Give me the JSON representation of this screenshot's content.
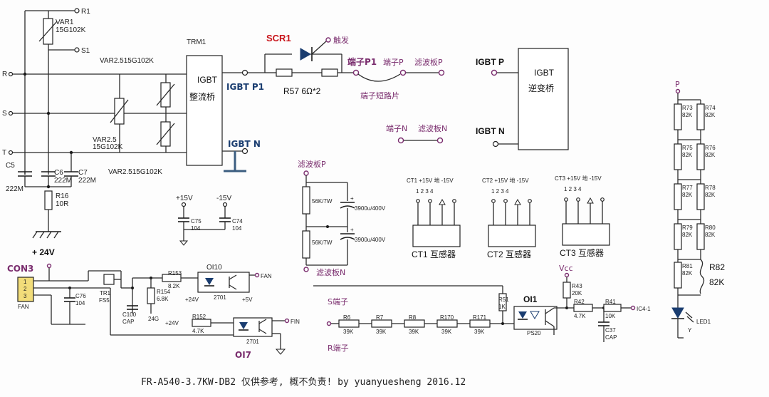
{
  "inputs": {
    "r1": "R1",
    "s1": "S1",
    "r": "R",
    "s": "S",
    "t": "T"
  },
  "var1": {
    "name": "VAR1",
    "value": "15G102K"
  },
  "var2_top": "VAR2.515G102K",
  "var2_mid": {
    "name": "VAR2.5",
    "value": "15G102K"
  },
  "var2_bottom": "VAR2.515G102K",
  "caps_left": {
    "c5": "C5",
    "c5v": "222M",
    "c6": "C6",
    "c6v": "222M",
    "c7": "C7",
    "c7v": "222M"
  },
  "r16": {
    "name": "R16",
    "value": "10R"
  },
  "trm1": {
    "label": "TRM1",
    "line1": "IGBT",
    "line2": "整流桥"
  },
  "igbt_p1": "IGBT P1",
  "igbt_n_left": "IGBT N",
  "scr1": {
    "name": "SCR1",
    "trigger": "触发"
  },
  "r57": "R57  6Ω*2",
  "terminals": {
    "p1": "端子P1",
    "p": "端子P",
    "filter_p": "滤波板P",
    "short": "端子短路片",
    "n": "端子N",
    "filter_n": "滤波板N"
  },
  "inverter": {
    "igbt_p": "IGBT  P",
    "igbt_n": "IGBT N",
    "line1": "IGBT",
    "line2": "逆变桥"
  },
  "filter_board": {
    "top": "滤波板P",
    "bottom": "滤波板N",
    "r_top": "56K/7W",
    "r_bottom": "56K/7W",
    "c_top": "3900u/400V",
    "c_bottom": "3900u/400V"
  },
  "supply_caps": {
    "p15": "+15V",
    "m15": "-15V",
    "c75": "C75",
    "c75v": "104",
    "c74": "C74",
    "c74v": "104"
  },
  "sensors": [
    {
      "header": "CT1 +15V 地 -15V",
      "pins": "1   2   3   4",
      "name": "CT1 互感器"
    },
    {
      "header": "CT2 +15V 地 -15V",
      "pins": "1   2   3   4",
      "name": "CT2 互感器"
    },
    {
      "header": "CT3 +15V 地 -15V",
      "pins": "1   2   3   4",
      "name": "CT3 互感器"
    }
  ],
  "right_column": {
    "p": "P",
    "resistors": [
      {
        "left": "R73",
        "left_v": "82K",
        "right": "R74",
        "right_v": "82K"
      },
      {
        "left": "R75",
        "left_v": "82K",
        "right": "R76",
        "right_v": "82K"
      },
      {
        "left": "R77",
        "left_v": "82K",
        "right": "R78",
        "right_v": "82K"
      },
      {
        "left": "R79",
        "left_v": "82K",
        "right": "R80",
        "right_v": "82K"
      },
      {
        "left": "R81",
        "left_v": "82K",
        "right": "",
        "right_v": ""
      }
    ],
    "r82": "R82",
    "r82v": "82K",
    "led": "LED1",
    "led_y": "Y"
  },
  "fan_circuit": {
    "v24": "+ 24V",
    "con3": "CON3",
    "con3_pins": [
      "1",
      "2",
      "3"
    ],
    "fan_tag": "FAN",
    "c76": "C76",
    "c76v": "104",
    "fs5": "FS5",
    "tr1": "TR1",
    "c100": "C100",
    "c100v": "CAP",
    "r153": "R153",
    "r153v": "8.2K",
    "r154": "R154",
    "r154v": "6.8K",
    "plus24": "+24V",
    "plus5": "+5V",
    "oi10": "OI10",
    "oi10p": "2701",
    "fan_out": "FAN",
    "gnd_label": "24G",
    "plus24b": "+24V",
    "r152": "R152",
    "r152v": "4.7K",
    "fin": "FIN",
    "oi7": "OI7",
    "oi7p": "2701"
  },
  "detect": {
    "s_term": "S端子",
    "r_term": "R端子",
    "resistors": [
      {
        "name": "R6",
        "value": "39K"
      },
      {
        "name": "R7",
        "value": "39K"
      },
      {
        "name": "R8",
        "value": "39K"
      },
      {
        "name": "R170",
        "value": "39K"
      },
      {
        "name": "R171",
        "value": "39K"
      }
    ],
    "r51": "R51",
    "r51v": "1K",
    "oi1": "OI1",
    "oi1p": "PS20",
    "vcc": "Vcc",
    "r43": "R43",
    "r43v": "20K",
    "r42": "R42",
    "r42v": "4.7K",
    "r41": "R41",
    "r41v": "10K",
    "c37": "C37",
    "c37v": "CAP",
    "ic": "IC4-1"
  },
  "footer": "FR-A540-3.7KW-DB2  仅供参考, 概不负责! by yuanyuesheng 2016.12"
}
